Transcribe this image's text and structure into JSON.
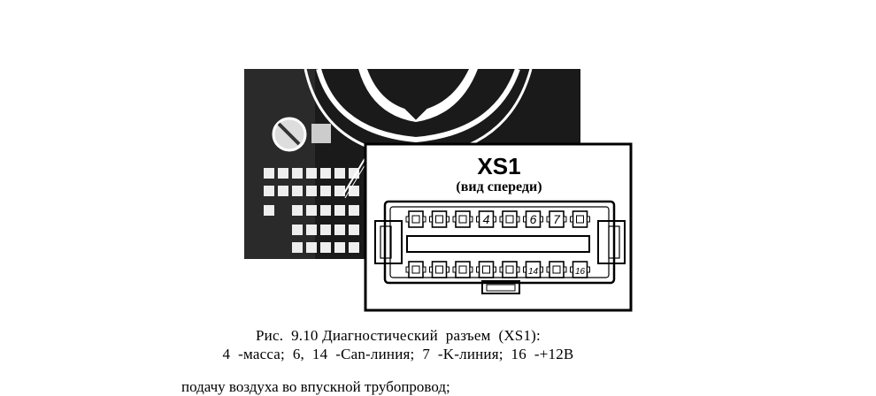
{
  "figure": {
    "connector_title": "XS1",
    "connector_subtitle": "(вид спереди)",
    "top_pin_labels": [
      "",
      "",
      "",
      "4",
      "",
      "6",
      "7",
      ""
    ],
    "bottom_pin_labels": [
      "",
      "",
      "",
      "",
      "",
      "14",
      "",
      "16"
    ]
  },
  "caption": {
    "line1": "Рис.  9.10 Диагностический  разъем  (XS1):",
    "line2": "4  -масса;  6,  14  -Can-линия;  7  -K-линия;  16  -+12В"
  },
  "cut_text": "подачу воздуха во впускной трубопровод;"
}
